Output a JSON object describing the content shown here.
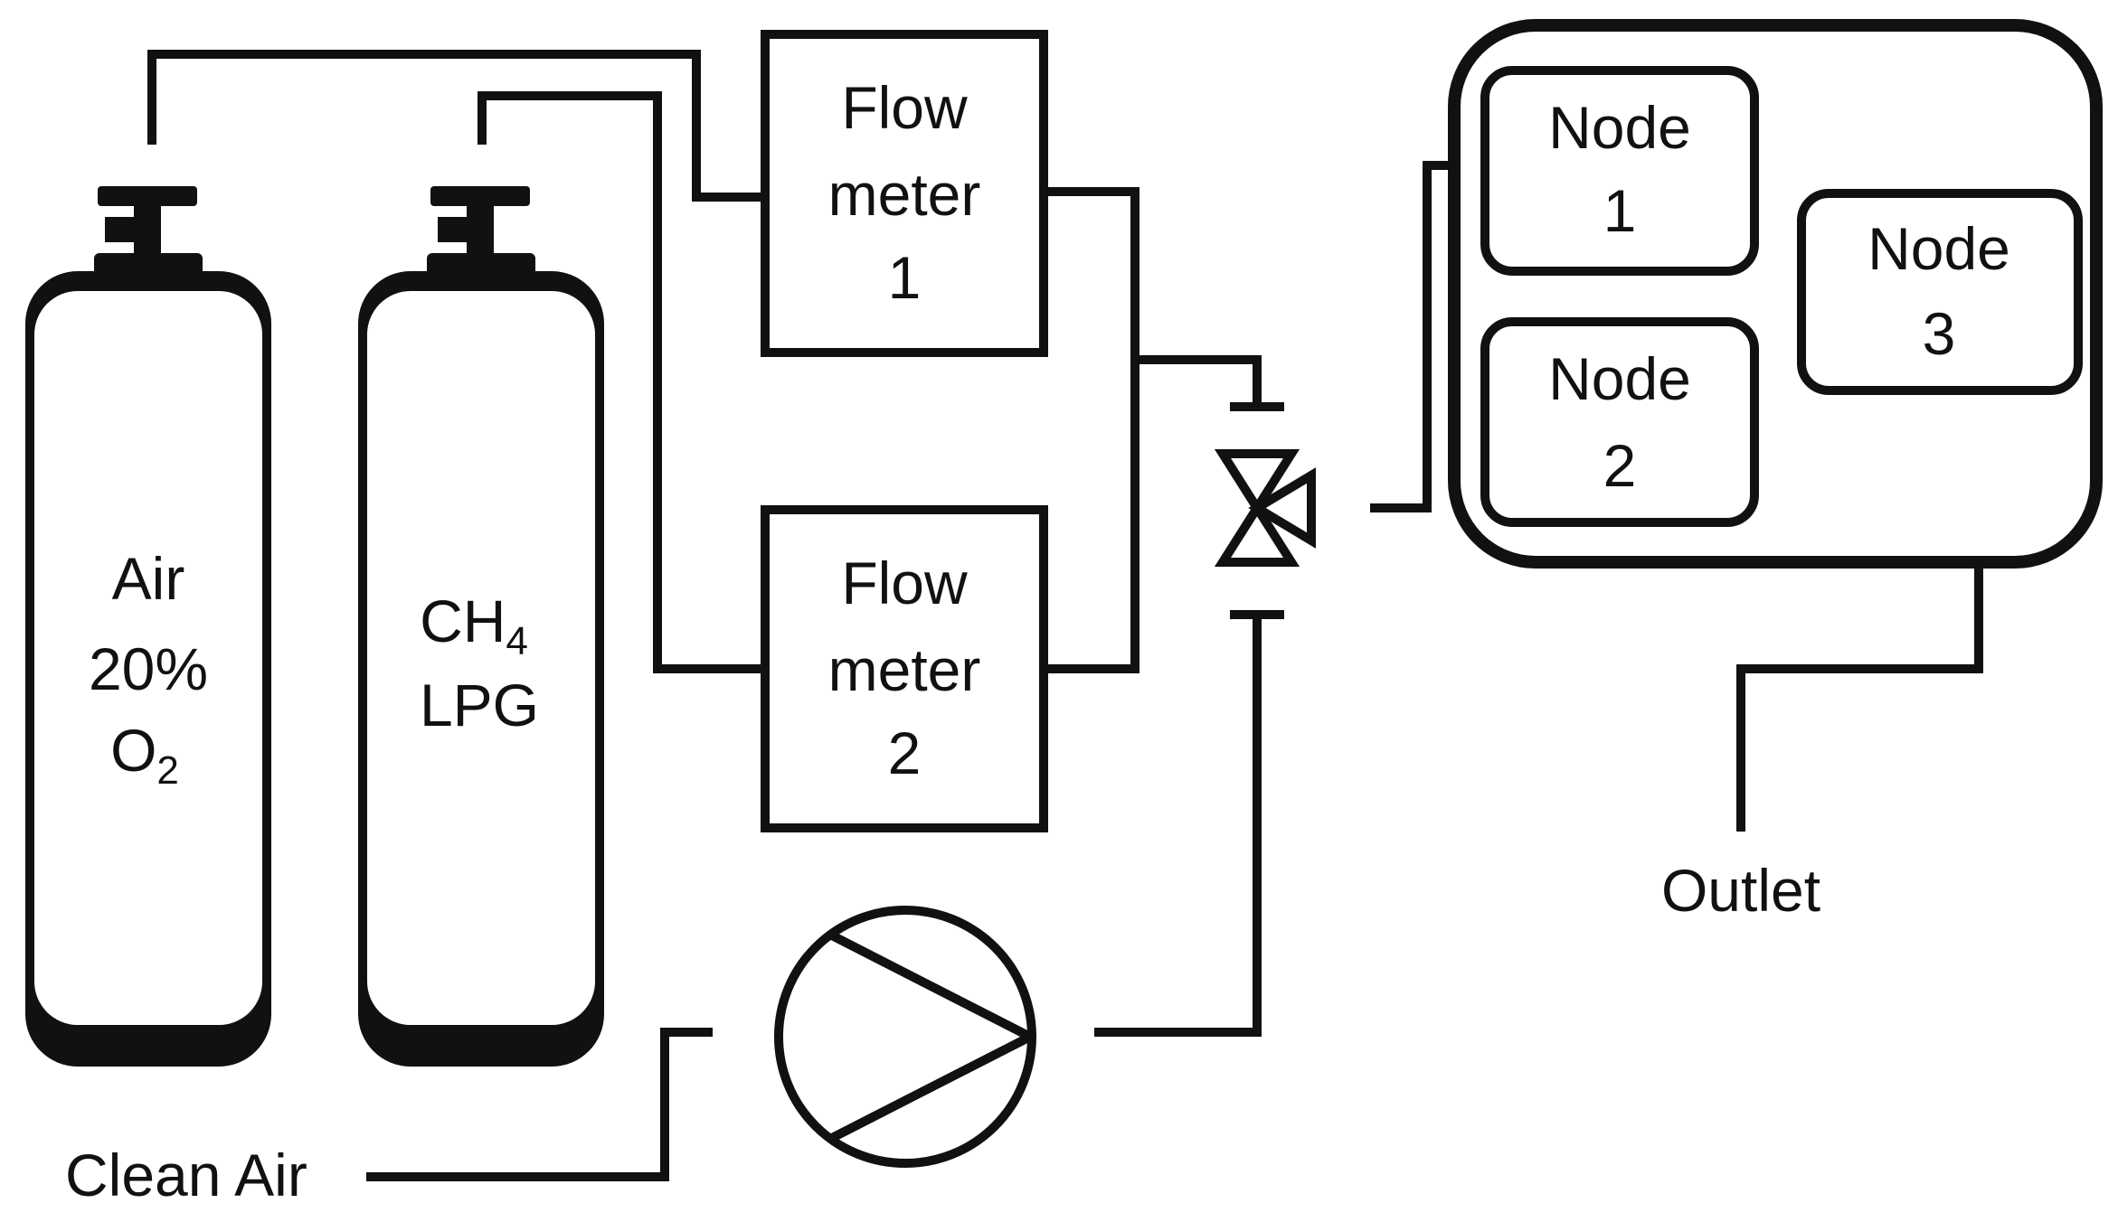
{
  "cylinders": {
    "air": {
      "line1": "Air",
      "line2": "20%",
      "line3_main": "O",
      "line3_sub": "2"
    },
    "gas": {
      "line1_main": "CH",
      "line1_sub": "4",
      "line2": "LPG"
    }
  },
  "flow_meters": [
    {
      "line1": "Flow",
      "line2": "meter",
      "line3": "1"
    },
    {
      "line1": "Flow",
      "line2": "meter",
      "line3": "2"
    }
  ],
  "chamber": {
    "nodes": [
      {
        "line1": "Node",
        "line2": "1"
      },
      {
        "line1": "Node",
        "line2": "2"
      },
      {
        "line1": "Node",
        "line2": "3"
      }
    ]
  },
  "labels": {
    "outlet": "Outlet",
    "clean_air": "Clean Air"
  },
  "colors": {
    "stroke": "#111111",
    "background": "#ffffff"
  }
}
